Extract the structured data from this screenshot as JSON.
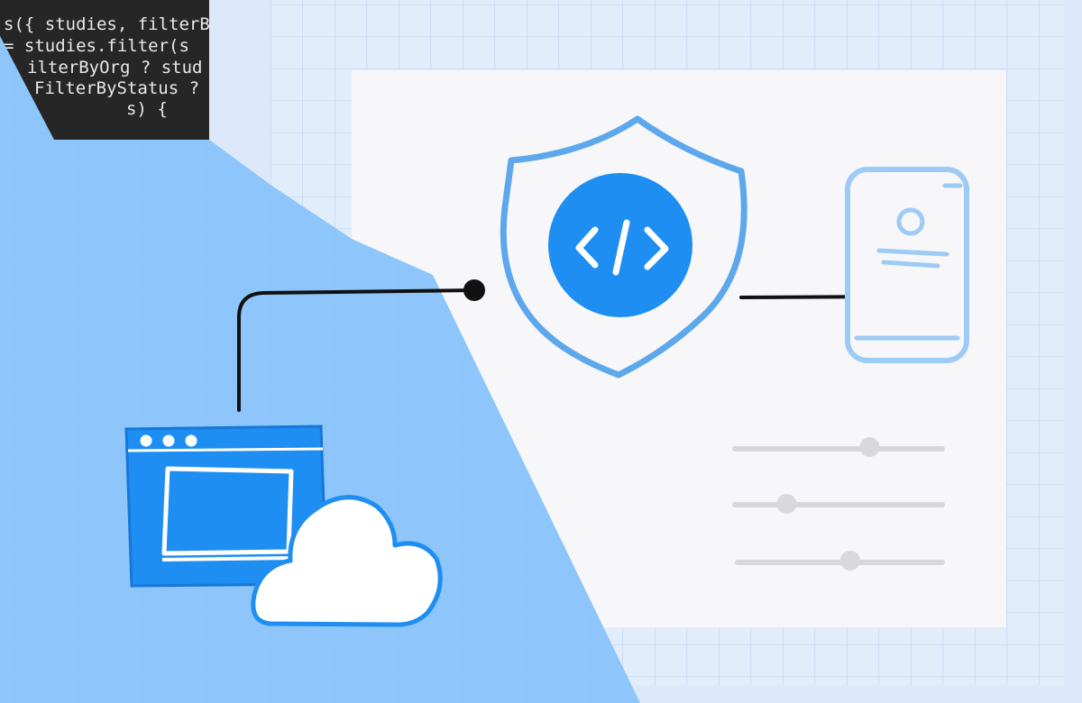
{
  "code_snippet": {
    "lines": [
      "s({ studies, filterBy",
      "  = studies.filter(s",
      "ilterByOrg ? stud",
      "FilterByStatus ?",
      "s) {"
    ]
  },
  "shield_badge": {
    "glyph": "</>"
  },
  "colors": {
    "accent_blue": "#1e8ef2",
    "light_blue": "#8ec5fa",
    "sketch_blue": "#5da8ec",
    "phone_blue": "#9dcbf6",
    "panel": "#f7f7f9",
    "grid": "#bcd3f0",
    "code_bg": "#262626",
    "ink": "#111111"
  },
  "icons": [
    "code-snippet",
    "shield-icon",
    "code-icon",
    "phone-icon",
    "browser-window-icon",
    "cloud-icon",
    "slider-icon"
  ],
  "sliders": [
    {
      "level": 0.65
    },
    {
      "level": 0.25
    },
    {
      "level": 0.55
    }
  ]
}
